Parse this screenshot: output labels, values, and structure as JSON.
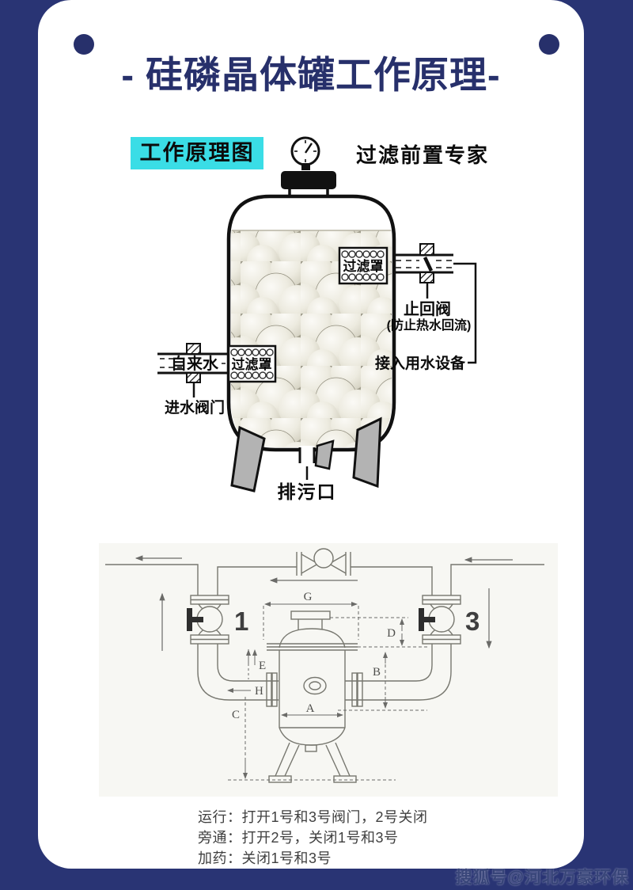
{
  "page": {
    "bg_color": "#293474",
    "accent_cyan": "#3adde6",
    "title_color": "#27306b"
  },
  "header": {
    "title": "- 硅磷晶体罐工作原理-"
  },
  "diagram1": {
    "badge": "工作原理图",
    "tagline": "过滤前置专家",
    "labels": {
      "filter_cover_right": "过滤罩",
      "check_valve": "止回阀",
      "check_valve_note": "(防止热水回流)",
      "water_equipment": "接入用水设备",
      "tap_water": "自来水",
      "filter_cover_left": "过滤罩",
      "inlet_valve": "进水阀门",
      "drain": "排污口"
    }
  },
  "diagram2": {
    "valve_left_label": "1",
    "valve_right_label": "3",
    "dims": {
      "g": "G",
      "d": "D",
      "b": "B",
      "e": "E",
      "h": "H",
      "c": "C",
      "a": "A"
    }
  },
  "instructions": {
    "line1": "运行：打开1号和3号阀门，2号关闭",
    "line2": "旁通：打开2号，关闭1号和3号",
    "line3": "加药：关闭1号和3号"
  },
  "watermark": "搜狐号@河北万豪环保"
}
